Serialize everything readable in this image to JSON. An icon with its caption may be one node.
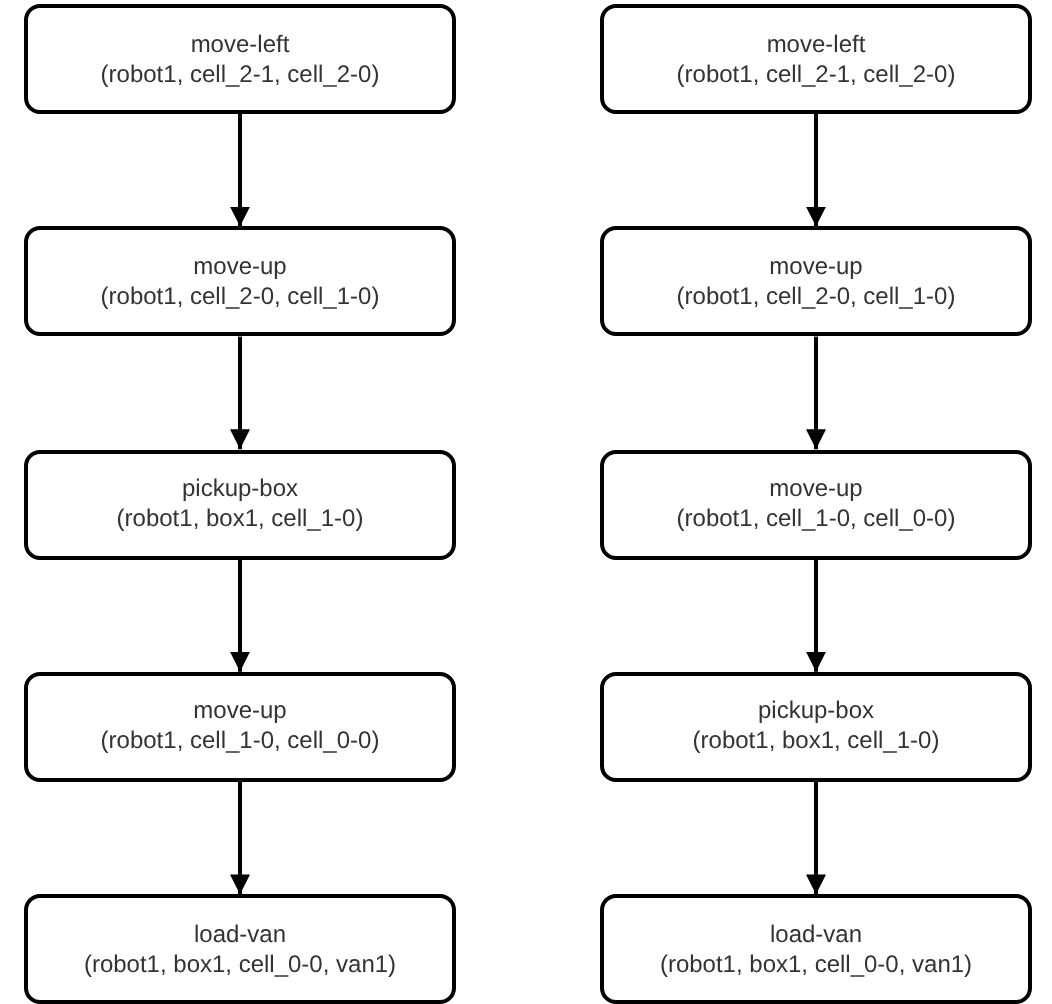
{
  "diagram": {
    "nodes": [
      {
        "text": [
          "move-left",
          "(robot1, cell_2-1, cell_2-0)"
        ]
      },
      {
        "text": [
          "move-up",
          "(robot1, cell_2-0, cell_1-0)"
        ]
      },
      {
        "text": [
          "pickup-box",
          "(robot1, box1, cell_1-0)"
        ]
      },
      {
        "text": [
          "move-up",
          "(robot1, cell_1-0, cell_0-0)"
        ]
      },
      {
        "text": [
          "load-van",
          "(robot1, box1, cell_0-0, van1)"
        ]
      },
      {
        "text": [
          "move-left",
          "(robot1, cell_2-1, cell_2-0)"
        ]
      },
      {
        "text": [
          "move-up",
          "(robot1, cell_2-0, cell_1-0)"
        ]
      },
      {
        "text": [
          "move-up",
          "(robot1, cell_1-0, cell_0-0)"
        ]
      },
      {
        "text": [
          "pickup-box",
          "(robot1, box1, cell_1-0)"
        ]
      },
      {
        "text": [
          "load-van",
          "(robot1, box1, cell_0-0, van1)"
        ]
      }
    ],
    "edges": [
      {
        "from": 0,
        "to": 1,
        "arrow": "to"
      },
      {
        "from": 1,
        "to": 2,
        "arrow": "to"
      },
      {
        "from": 2,
        "to": 3,
        "arrow": "to"
      },
      {
        "from": 3,
        "to": 4,
        "arrow": "to"
      },
      {
        "from": 5,
        "to": 6,
        "arrow": "to"
      },
      {
        "from": 6,
        "to": 7,
        "arrow": "to"
      },
      {
        "from": 7,
        "to": 8,
        "arrow": "to"
      },
      {
        "from": 8,
        "to": 9,
        "arrow": "to"
      }
    ]
  }
}
